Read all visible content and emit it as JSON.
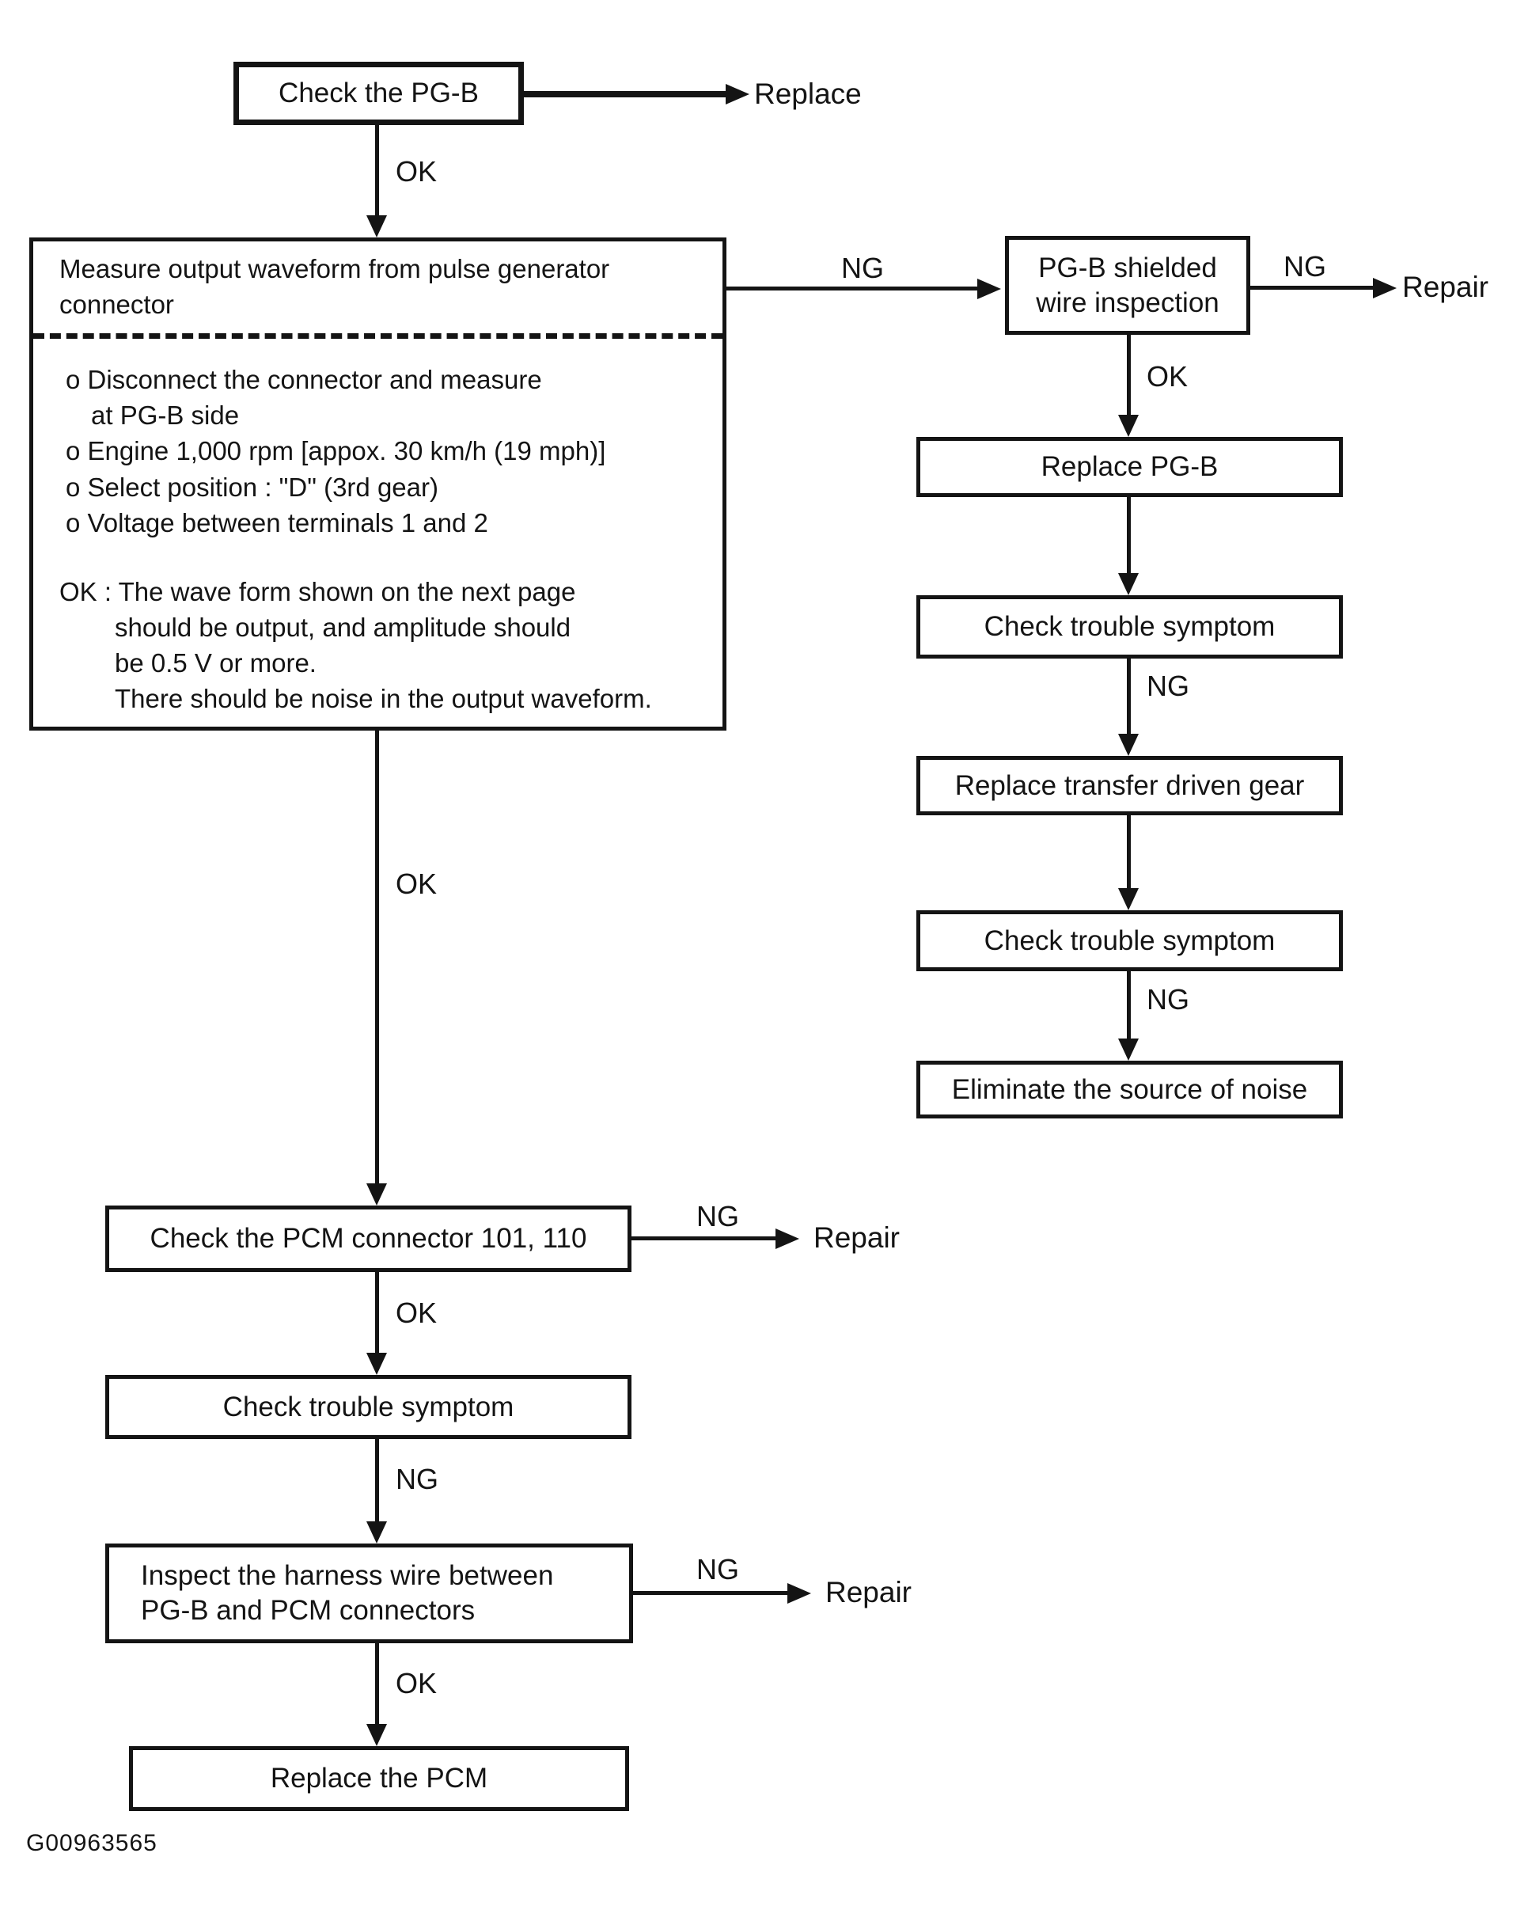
{
  "page": {
    "background": "#ffffff",
    "ink": "#141414"
  },
  "caption": "G00963565",
  "edge_labels": {
    "ok": "OK",
    "ng": "NG"
  },
  "terminals": {
    "replace": "Replace",
    "repair": "Repair"
  },
  "nodes": {
    "check_pgb": "Check the PG-B",
    "measure": {
      "title": "Measure output waveform from pulse generator\nconnector",
      "bullets": [
        "o Disconnect the connector and measure",
        "at PG-B side",
        "o Engine 1,000 rpm [appox. 30 km/h (19 mph)]",
        "o Select position : \"D\" (3rd gear)",
        "o Voltage between terminals 1 and 2"
      ],
      "ok_note": [
        "OK : The wave form shown on the next page",
        "should be output, and amplitude should",
        "be 0.5 V or more.",
        "There should be noise in the output waveform."
      ]
    },
    "shielded": "PG-B shielded\nwire inspection",
    "replace_pgb": "Replace PG-B",
    "check_trouble_1": "Check trouble symptom",
    "replace_transfer": "Replace transfer driven gear",
    "check_trouble_2": "Check trouble symptom",
    "eliminate_noise": "Eliminate the source of noise",
    "check_pcm_connector": "Check the PCM connector 101, 110",
    "check_trouble_3": "Check trouble symptom",
    "inspect_harness": "Inspect the harness wire between\nPG-B and PCM connectors",
    "replace_pcm": "Replace the PCM"
  }
}
